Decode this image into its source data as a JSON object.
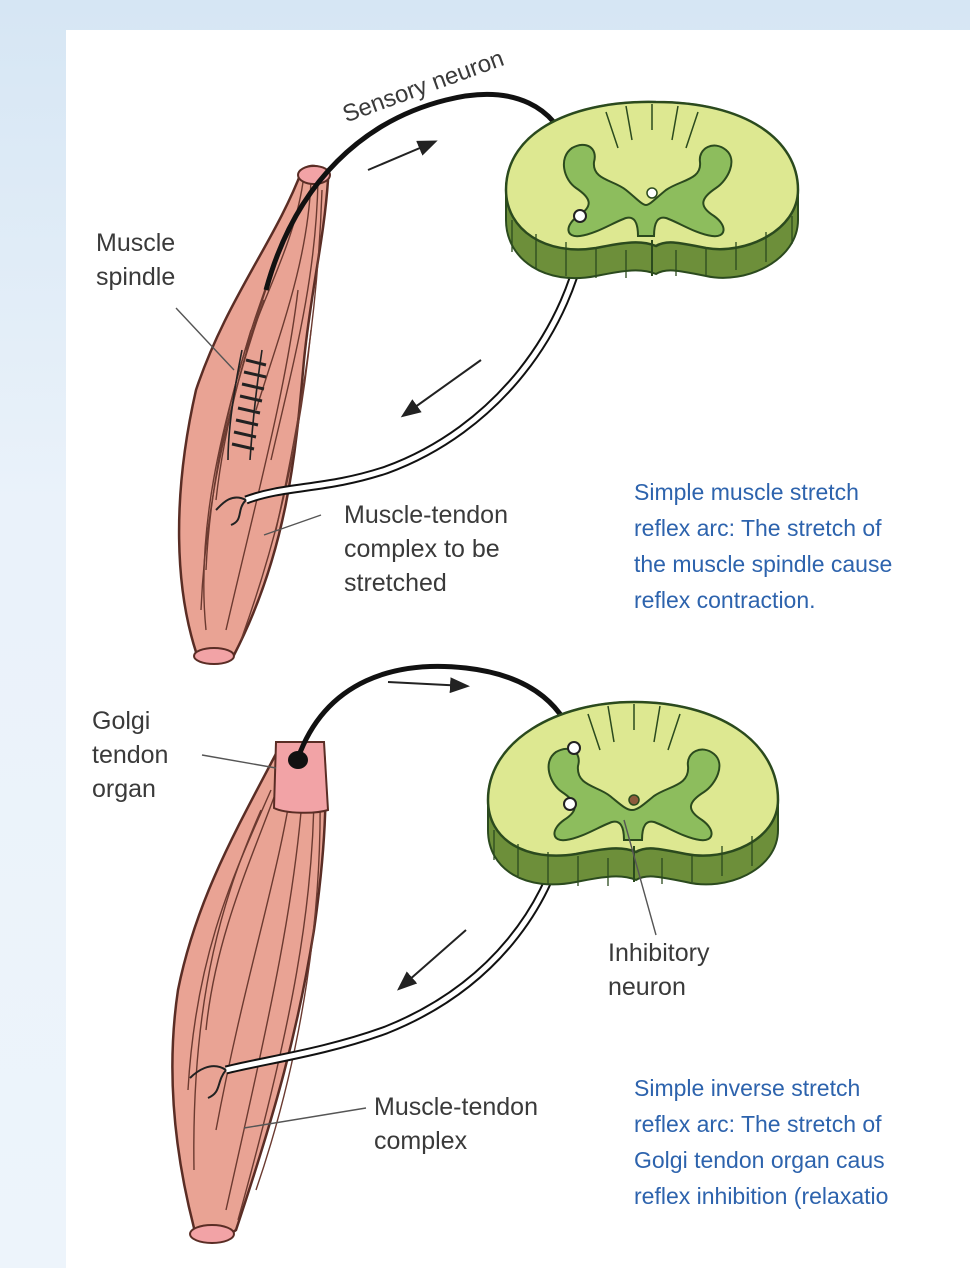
{
  "labels": {
    "sensory_neuron": "Sensory neuron",
    "muscle_spindle": "Muscle\nspindle",
    "muscle_tendon_stretched": "Muscle-tendon\ncomplex to be\nstretched",
    "golgi_tendon_organ": "Golgi\ntendon\norgan",
    "inhibitory_neuron": "Inhibitory\nneuron",
    "muscle_tendon_complex": "Muscle-tendon\ncomplex"
  },
  "captions": {
    "stretch_reflex": "Simple muscle stretch\nreflex arc: The stretch of\nthe muscle spindle cause\nreflex contraction.",
    "inverse_stretch_reflex": "Simple inverse stretch\nreflex arc: The stretch of\nGolgi tendon organ caus\nreflex inhibition (relaxatio"
  },
  "colors": {
    "muscle": "#e9a394",
    "tendon": "#f2a3a6",
    "cord_white_matter": "#dde891",
    "cord_gray_matter": "#8dbd5d",
    "cord_outline": "#2b4a1e",
    "caption_text": "#2d63ad",
    "background": "#dce9f5"
  }
}
